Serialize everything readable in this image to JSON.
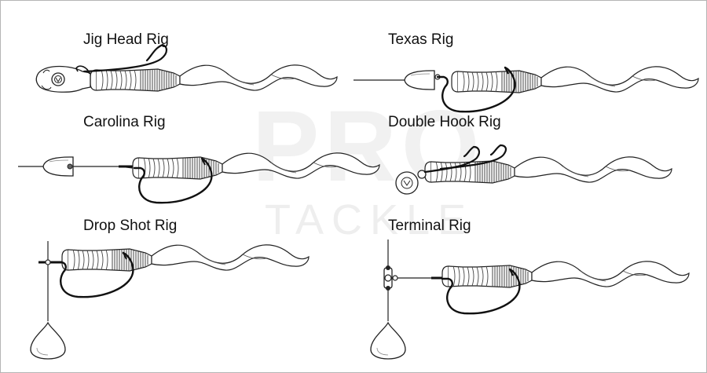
{
  "watermark": {
    "brand": "PRO",
    "sub": "TACKLE"
  },
  "rigs": [
    {
      "label": "Jig Head Rig"
    },
    {
      "label": "Texas Rig"
    },
    {
      "label": "Carolina Rig"
    },
    {
      "label": "Double Hook Rig"
    },
    {
      "label": "Drop Shot Rig"
    },
    {
      "label": "Terminal Rig"
    }
  ],
  "colors": {
    "line": "#222222",
    "hook": "#111111",
    "watermark": "#f1f1f1",
    "border": "#b5b5b5"
  }
}
